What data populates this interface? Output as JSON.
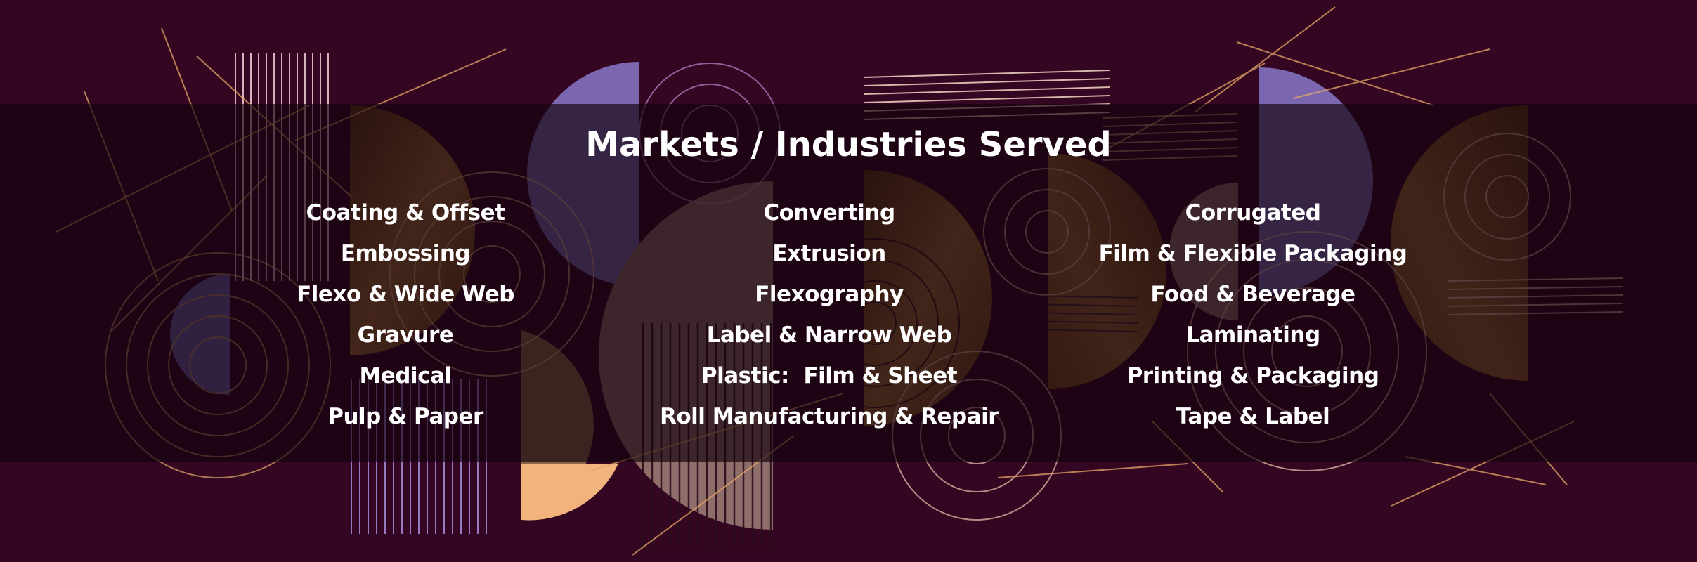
{
  "title": "Markets / Industries Served",
  "columns": [
    {
      "items": [
        "Coating & Offset",
        "Embossing",
        "Flexo & Wide Web",
        "Gravure",
        "Medical",
        "Pulp & Paper"
      ]
    },
    {
      "items": [
        "Converting",
        "Extrusion",
        "Flexography",
        "Label & Narrow Web",
        "Plastic:  Film & Sheet",
        "Roll Manufacturing & Repair"
      ]
    },
    {
      "items": [
        "Corrugated",
        "Film & Flexible Packaging",
        "Food & Beverage",
        "Laminating",
        "Printing & Packaging",
        "Tape & Label"
      ]
    }
  ],
  "colors": {
    "background": "#340622",
    "band": "#12020c",
    "accent_lavender": "#7b66b0",
    "accent_bronze": "#8a5b2e",
    "accent_peach": "#f2b47c",
    "accent_mauve": "#8e6e6a",
    "text": "#ffffff"
  }
}
